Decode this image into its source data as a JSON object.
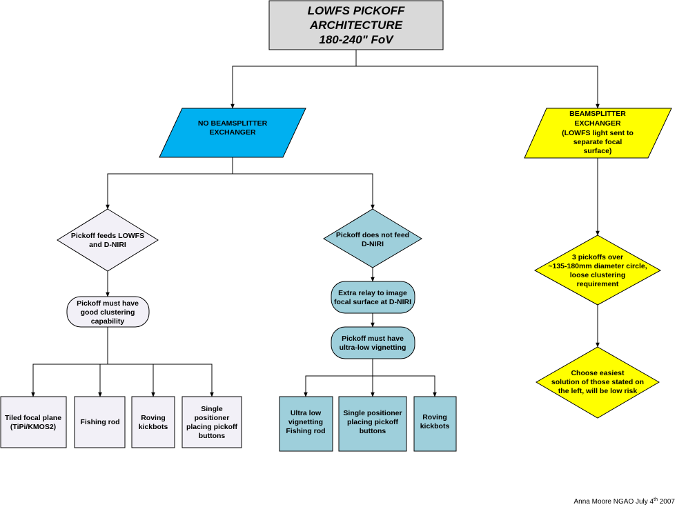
{
  "title": [
    "LOWFS PICKOFF",
    "ARCHITECTURE",
    "180-240\" FoV"
  ],
  "colors": {
    "title_fill": "#d9d9d9",
    "blue_fill": "#00b0f0",
    "yellow_fill": "#ffff00",
    "teal_fill": "#9ecfdb",
    "lavender_fill": "#f2f0f7"
  },
  "nodes": {
    "no_beamsplitter": [
      "NO BEAMSPLITTER",
      "EXCHANGER"
    ],
    "beamsplitter": [
      "BEAMSPLITTER",
      "EXCHANGER",
      "(LOWFS light sent to",
      "separate focal",
      "surface)"
    ],
    "pickoff_feeds": [
      "Pickoff feeds LOWFS",
      "and D-NIRI"
    ],
    "pickoff_not_feed": [
      "Pickoff does not feed",
      "D-NIRI"
    ],
    "good_clustering": [
      "Pickoff must have",
      "good clustering",
      "capability"
    ],
    "extra_relay": [
      "Extra relay to image",
      "focal surface at D-NIRI"
    ],
    "ultra_low_vignetting": [
      "Pickoff must have",
      "ultra-low vignetting"
    ],
    "three_pickoffs": [
      "3 pickoffs over",
      "~135-180mm diameter circle,",
      "loose clustering",
      "requirement"
    ],
    "choose_easiest": [
      "Choose easiest",
      "solution of those stated on",
      "the left, will be low risk"
    ],
    "tiled": [
      "Tiled focal plane",
      "(TiPi/KMOS2)"
    ],
    "fishing_rod": [
      "Fishing rod"
    ],
    "roving_left": [
      "Roving",
      "kickbots"
    ],
    "single_left": [
      "Single",
      "positioner",
      "placing pickoff",
      "buttons"
    ],
    "ultra_fishing": [
      "Ultra low",
      "vignetting",
      "Fishing rod"
    ],
    "single_mid": [
      "Single positioner",
      "placing pickoff",
      "buttons"
    ],
    "roving_mid": [
      "Roving",
      "kickbots"
    ]
  },
  "credit": {
    "text": "Anna Moore NGAO July 4",
    "superscript": "th",
    "year": " 2007"
  }
}
